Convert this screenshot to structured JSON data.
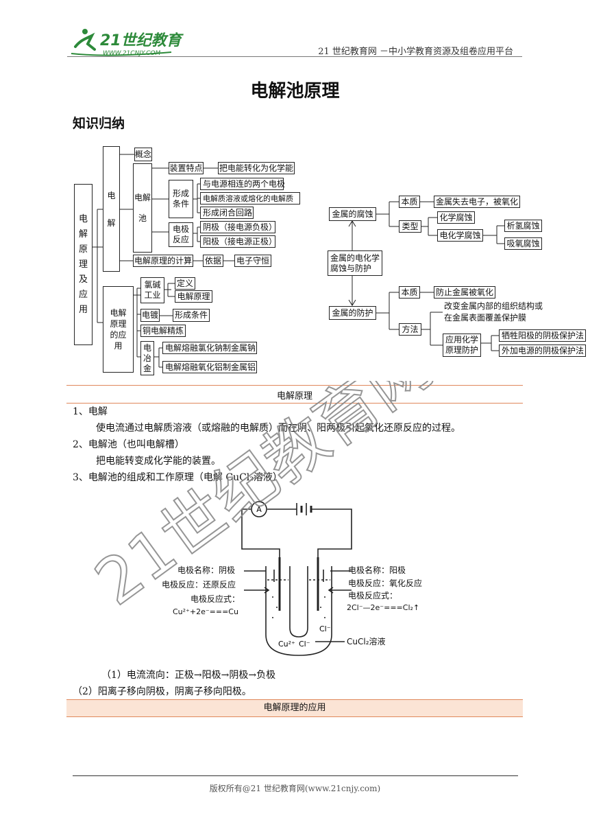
{
  "header": {
    "logo_text": "21世纪教育",
    "logo_url": "WWW.21CNJY.COM",
    "right_text": "21 世纪教育网 －中小学教育资源及组卷应用平台"
  },
  "title": "电解池原理",
  "section_heading": "知识归纳",
  "mindmap": {
    "root": "电解原理及应用",
    "dianjie": "电解",
    "gainian": "概念",
    "dianjiechi": "电解池",
    "zhuangzhi": "装置特点",
    "zhuangzhi_desc": "把电能转化为化学能",
    "xingcheng": "形成条件",
    "xc1": "与电源相连的两个电极",
    "xc2": "电解质溶液或熔化的电解质",
    "xc3": "形成闭合回路",
    "dianji_fanying": "电极反应",
    "yinji": "阴极（接电源负极）",
    "yangji": "阳极（接电源正极）",
    "jisuan": "电解原理的计算",
    "yiju": "依据",
    "dianzi": "电子守恒",
    "yingyong": "电解原理的应用",
    "lvjian": "氯碱工业",
    "dingyi": "定义",
    "dianjieyuanli": "电解原理",
    "diandu": "电镀",
    "diandu_cond": "形成条件",
    "tong": "铜电解精炼",
    "yejin": "电冶金",
    "yj1": "电解熔融氯化钠制金属钠",
    "yj2": "电解熔融氧化铝制金属铝",
    "center": "金属的电化学腐蚀与防护",
    "fushi": "金属的腐蚀",
    "fs_benzhi": "本质",
    "fs_benzhi_desc": "金属失去电子，被氧化",
    "leixing": "类型",
    "huaxue": "化学腐蚀",
    "dianhuaxue": "电化学腐蚀",
    "xiqing": "析氢腐蚀",
    "xiyang": "吸氧腐蚀",
    "fanghu": "金属的防护",
    "fh_benzhi": "本质",
    "fh_benzhi_desc": "防止金属被氧化",
    "fangfa": "方法",
    "ff1": "改变金属内部的组织结构或在金属表面覆盖保护膜",
    "ff2": "应用化学原理防护",
    "ff2a": "牺牲阳极的阴极保护法",
    "ff2b": "外加电源的阴极保护法"
  },
  "band1_caption": "电解原理",
  "content": {
    "p1_title": "1、电解",
    "p1_body": "使电流通过电解质溶液（或熔融的电解质）而在阴、阳两极引起氧化还原反应的过程。",
    "p2_title": "2、电解池（也叫电解槽）",
    "p2_body": "把电能转变成化学能的装置。",
    "p3_title": "3、电解池的组成和工作原理（电解 CuCl₂溶液）"
  },
  "diagram": {
    "ammeter": "A",
    "left_name": "电极名称：阴极",
    "left_reaction": "电极反应：还原反应",
    "left_eq_label": "电极反应式：",
    "left_eq": "Cu²⁺+2e⁻===Cu",
    "right_name": "电极名称：阳极",
    "right_reaction": "电极反应：氧化反应",
    "right_eq_label": "电极反应式：",
    "right_eq": "2Cl⁻—2e⁻===Cl₂↑",
    "ion_cu": "Cu²⁺",
    "ion_cl1": "Cl⁻",
    "ion_cl2": "Cl⁻",
    "solution": "CuCl₂溶液"
  },
  "notes": {
    "n1": "（1）电流流向：正极→阳极→阴极→负极",
    "n2": "（2）阳离子移向阴极，阴离子移向阳极。"
  },
  "band2_caption": "电解原理的应用",
  "watermark": "21世纪教育网",
  "footer": "版权所有@21 世纪教育网(www.21cnjy.com)",
  "colors": {
    "band_fill": "#fbe4d5",
    "band_border": "#e0875a",
    "logo_green": "#2d8a3a"
  }
}
